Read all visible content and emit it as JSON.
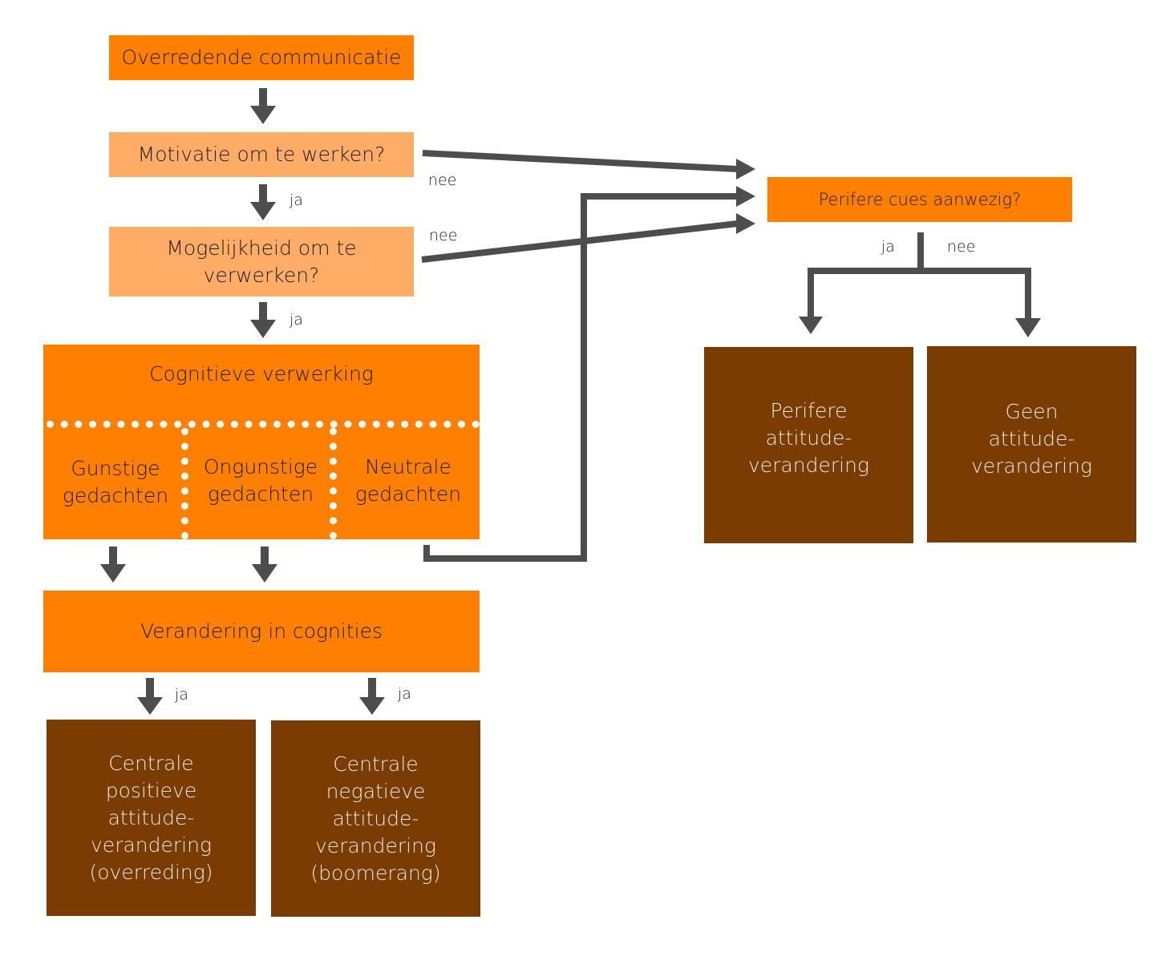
{
  "boxes": {
    "overredende": "Overredende communicatie",
    "motivatie": "Motivatie om te werken?",
    "mogelijkheid": "Mogelijkheid om te verwerken?",
    "cognitieve": "Cognitieve verwerking",
    "gunstige": "Gunstige\ngedachten",
    "ongunstige": "Ongunstige\ngedachten",
    "neutrale": "Neutrale\ngedachten",
    "verandering": "Verandering in cognities",
    "centrale_positief": "Centrale\npositieve\nattitude-\nverandering\n(overreding)",
    "centrale_negatief": "Centrale\nnegatieve\nattitude-\nverandering\n(boomerang)",
    "perifere_cues": "Perifere cues aanwezig?",
    "perifere_verandering": "Perifere\nattitude-\nverandering",
    "geen_verandering": "Geen\nattitude-\nverandering"
  },
  "labels": {
    "ja_motivatie": "ja",
    "nee_motivatie": "nee",
    "ja_mogelijkheid": "ja",
    "nee_mogelijkheid": "nee",
    "ja_positief": "ja",
    "ja_negatief": "ja",
    "ja_cues": "ja",
    "nee_cues": "nee"
  },
  "colors": {
    "orange": "#ff7f00",
    "light_orange": "#ffad66",
    "brown": "#7a3c00",
    "arrow": "#4d4d4d"
  }
}
